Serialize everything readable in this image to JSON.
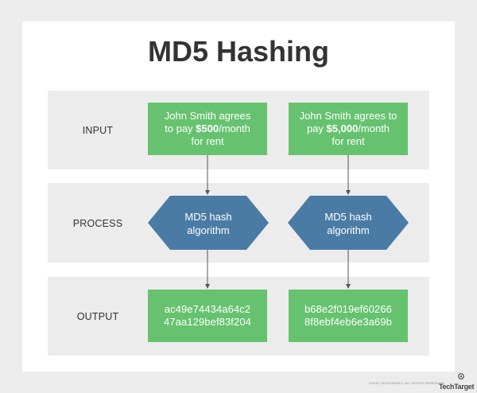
{
  "title": "MD5 Hashing",
  "rows": {
    "input": "INPUT",
    "process": "PROCESS",
    "output": "OUTPUT"
  },
  "inputs": [
    {
      "line1": "John Smith agrees",
      "line2_pre": "to pay ",
      "line2_bold": "$500",
      "line2_post": "/month",
      "line3": "for rent"
    },
    {
      "line1": "John Smith agrees to",
      "line2_pre": "pay ",
      "line2_bold": "$5,000",
      "line2_post": "/month",
      "line3": "for rent"
    }
  ],
  "process": [
    {
      "line1": "MD5 hash",
      "line2": "algorithm"
    },
    {
      "line1": "MD5 hash",
      "line2": "algorithm"
    }
  ],
  "outputs": [
    {
      "line1": "ac49e74434a64c2",
      "line2": "47aa129bef83f204"
    },
    {
      "line1": "b68e2f019ef60266",
      "line2": "8f8ebf4eb6e3a69b"
    }
  ],
  "footer": {
    "copyright": "©2019 TECHTARGET. ALL RIGHTS RESERVED",
    "logo": "TechTarget"
  },
  "colors": {
    "green": "#66c26f",
    "blue": "#4a7ba5",
    "band": "#ececec",
    "text": "#333333"
  }
}
